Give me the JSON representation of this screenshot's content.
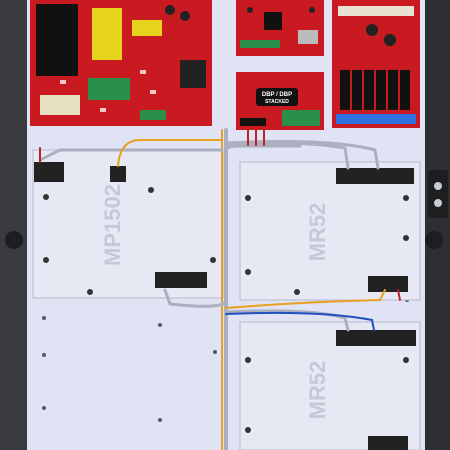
{
  "enclosure": {
    "backplate_color": "#dfe3f4",
    "frame_color": "#3a3b3e",
    "pcb_color": "#c81a20",
    "wire_colors": {
      "orange": "#e8a020",
      "gray": "#aab0c0",
      "red": "#c0202a",
      "black": "#1a1a1a",
      "blue": "#2050c0"
    }
  },
  "boards": {
    "mp1502": {
      "silkscreen": "MP1502"
    },
    "mr52_top": {
      "silkscreen": "MR52"
    },
    "mr52_bottom": {
      "silkscreen": "MR52"
    },
    "dbp": {
      "label_line1": "DBP / DBP",
      "label_line2": "STACKED"
    }
  }
}
